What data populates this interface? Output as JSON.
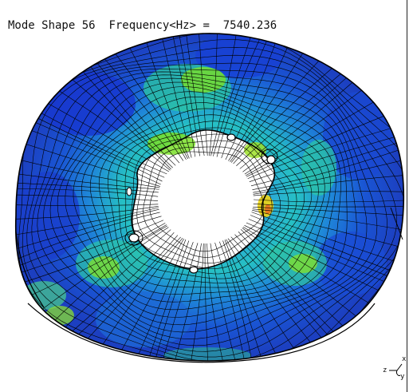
{
  "title": {
    "mode_label": "Mode Shape",
    "mode_number": "56",
    "frequency_label": "Frequency<Hz> =",
    "frequency_value": "7540.236"
  },
  "triad": {
    "axis_z": "z",
    "axis_x": "x",
    "axis_y": "y"
  },
  "colors": {
    "background": "#ffffff",
    "mesh_line": "#000000",
    "low_displacement": "#1a3fd0",
    "mid_displacement": "#19c4c8",
    "high_displacement": "#7be017",
    "peak_displacement": "#e8d21a"
  }
}
